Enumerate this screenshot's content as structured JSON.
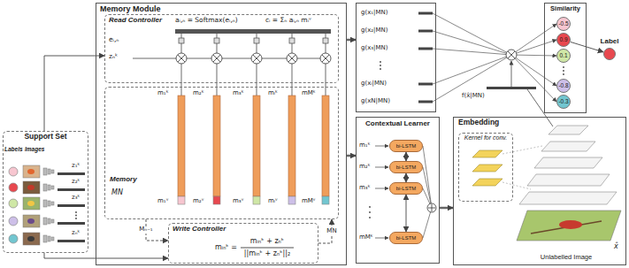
{
  "diagram": {
    "nodes": [
      {
        "text": [
          "Support Set"
        ]
      },
      {
        "text": [
          "Memory Module"
        ]
      },
      {
        "text": [
          "Read Controller"
        ],
        "in": 1
      },
      {
        "text": [
          "Memory",
          "MN"
        ],
        "in": 1
      },
      {
        "text": [
          "Write Controller"
        ],
        "in": 1
      },
      {
        "text": [
          "g(x₁|MN)",
          "g(x₂|MN)",
          "g(x₃|MN)",
          "g(xᵢ|MN)",
          "g(xN|MN)"
        ]
      },
      {
        "text": [
          "Similarity"
        ]
      },
      {
        "text": [
          "-0.5"
        ],
        "in": 6
      },
      {
        "text": [
          "0.9"
        ],
        "in": 6
      },
      {
        "text": [
          "0.1"
        ],
        "in": 6
      },
      {
        "text": [
          "-0.8"
        ],
        "in": 6
      },
      {
        "text": [
          "-0.3"
        ],
        "in": 6
      },
      {
        "text": [
          "Label"
        ]
      },
      {
        "text": [
          "Contextual Learner"
        ]
      },
      {
        "text": [
          "bi-LSTM"
        ],
        "in": 13
      },
      {
        "text": [
          "bi-LSTM"
        ],
        "in": 13
      },
      {
        "text": [
          "bi-LSTM"
        ],
        "in": 13
      },
      {
        "text": [
          "bi-LSTM"
        ],
        "in": 13
      },
      {
        "text": [
          "Embedding"
        ]
      },
      {
        "text": [
          "Kernel for conv."
        ],
        "in": 18
      }
    ],
    "edges": [
      {
        "from": 0,
        "to": 2,
        "arrow": "to"
      },
      {
        "from": 0,
        "to": 4,
        "arrow": "to"
      },
      {
        "from": 3,
        "to": 4,
        "label": "Mₙ₋₁",
        "arrow": "to"
      },
      {
        "from": 4,
        "to": 3,
        "label": "MN",
        "arrow": "to"
      },
      {
        "from": 1,
        "to": 5,
        "arrow": "to"
      },
      {
        "from": 1,
        "to": 13,
        "arrow": "to"
      },
      {
        "from": 13,
        "to": 18,
        "arrow": "to"
      },
      {
        "from": 8,
        "to": 12,
        "arrow": "to"
      },
      {
        "from": 14,
        "to": 15,
        "arrow": "both"
      },
      {
        "from": 15,
        "to": 16,
        "arrow": "both"
      },
      {
        "from": 16,
        "to": 17,
        "arrow": "both"
      }
    ],
    "labels": [
      "Labels",
      "Images",
      "z₁ᵏ",
      "z₂ᵏ",
      "z₃ᵏ",
      "zₙᵏ",
      "aᵢ,ₙ = Softmax(eᵢ,ₙ)",
      "cᵢ = Σₙ aᵢ,ₙ mᵢᵛ",
      "eᵢ,ₙ",
      "zₙᵏ",
      "m₁ᵏ",
      "m₂ᵏ",
      "m₃ᵏ",
      "mᵢᵏ",
      "mMᵏ",
      "m₁ᵛ",
      "m₂ᵛ",
      "m₃ᵛ",
      "mᵢᵛ",
      "mMᵛ",
      "mᵢₙᵏ =",
      "mᵢₙᵏ + zₙᵏ",
      "||mᵢₙᵏ + zₙᵏ||₂",
      "f(x̂|MN)",
      "m₁ᵏ",
      "m₂ᵏ",
      "m₃ᵏ",
      "mMᵏ",
      "Unlabelled Image",
      "x̂"
    ]
  }
}
